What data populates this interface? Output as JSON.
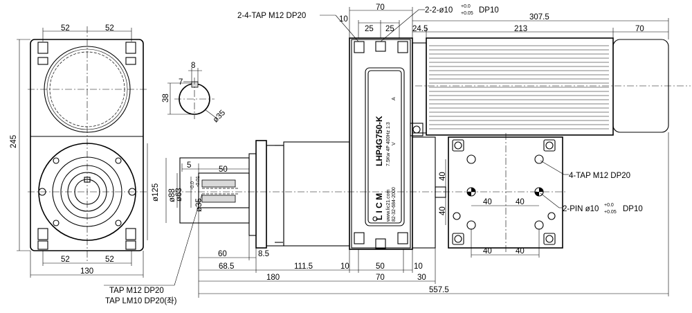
{
  "dimensions": {
    "top_70": "70",
    "top_10": "10",
    "top_25a": "25",
    "top_25b": "25",
    "top_24_5": "24.5",
    "top_213": "213",
    "top_70_right": "70",
    "top_307_5": "307.5",
    "left_52_top_a": "52",
    "left_52_top_b": "52",
    "left_245": "245",
    "left_52_bot_a": "52",
    "left_52_bot_b": "52",
    "left_130": "130",
    "left_125": "ø125",
    "shaft_8": "8",
    "shaft_7": "7",
    "shaft_38": "38",
    "shaft_35": "ø35",
    "side_5": "5",
    "side_50": "50",
    "side_88": "ø88",
    "side_63": "ø63",
    "side_35_tol": "ø35",
    "side_35_tol_sup": "-0.0",
    "side_35_tol_sub": "-0.01",
    "bot_60": "60",
    "bot_8_5": "8.5",
    "bot_68_5": "68.5",
    "bot_111_5": "111.5",
    "bot_10a": "10",
    "bot_50": "50",
    "bot_10b": "10",
    "bot_180": "180",
    "bot_70": "70",
    "bot_30": "30",
    "bot_557_5": "557.5",
    "plate_40_v1": "40",
    "plate_40_v2": "40",
    "plate_40_h1": "40",
    "plate_40_h2": "40",
    "plate_40_h3": "40",
    "plate_40_h4": "40"
  },
  "callouts": {
    "tap_top": "2-4-TAP M12 DP20",
    "pin_top": "2-2-ø10",
    "pin_top_tol_sup": "+0.0",
    "pin_top_tol_sub": "+0.05",
    "pin_top_depth": "DP10",
    "tap_plate": "4-TAP M12 DP20",
    "pin_plate": "2-PIN ø10",
    "pin_plate_tol_sup": "+0.0",
    "pin_plate_tol_sub": "+0.05",
    "pin_plate_depth": "DP10",
    "tap_shaft_1": "TAP M12 DP20",
    "tap_shaft_2": "TAP LM10 DP20(좌)"
  },
  "nameplate": {
    "brand": "L I C M",
    "model": "LHP4G750-K",
    "spec": "7.5Kw  4P  400Hz  1:3",
    "voltage": "V",
    "amp": "A",
    "web": "www.lic21.com",
    "phone": "82-32-684-2000"
  }
}
